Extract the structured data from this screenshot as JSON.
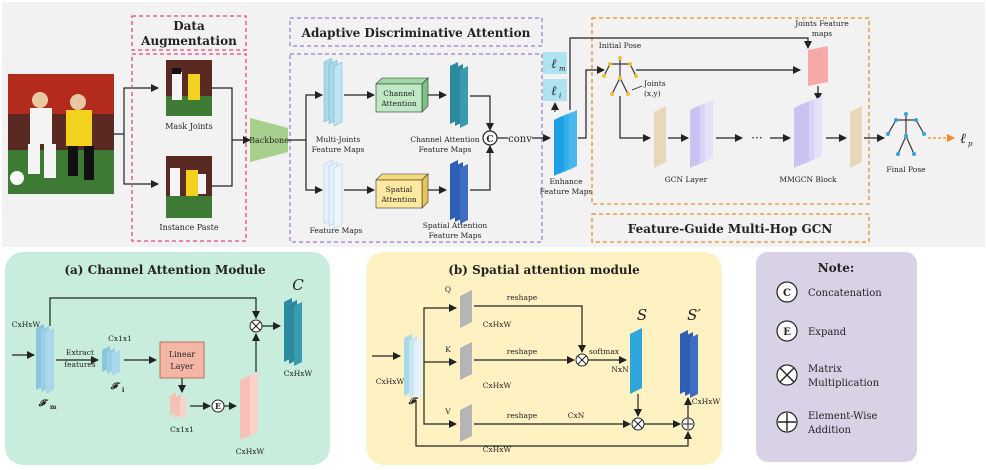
{
  "top": {
    "data_augmentation": {
      "title": "Data Augmentation",
      "title_lines": [
        "Data",
        "Augmentation"
      ],
      "mask_joints": "Mask Joints",
      "instance_paste": "Instance Paste"
    },
    "backbone": "Backbone",
    "ada": {
      "title": "Adaptive Discriminative Attention",
      "multi_joints_line1": "Multi-Joints",
      "multi_joints_line2": "Feature Maps",
      "feature_maps": "Feature Maps",
      "channel_attention_line1": "Channel",
      "channel_attention_line2": "Attention",
      "spatial_attention_line1": "Spatial",
      "spatial_attention_line2": "Attention",
      "caf_line1": "Channel Attention",
      "caf_line2": "Feature Maps",
      "saf_line1": "Spatial Attention",
      "saf_line2": "Feature Maps",
      "concat_symbol": "C",
      "conv": "conv"
    },
    "losses": {
      "lm": "ℓ",
      "lm_sub": "m",
      "li": "ℓ",
      "li_sub": "i",
      "lp": "ℓ",
      "lp_sub": "p"
    },
    "enhance_line1": "Enhance",
    "enhance_line2": "Feature Maps",
    "gcn": {
      "title": "Feature-Guide Multi-Hop GCN",
      "initial_pose": "Initial Pose",
      "joints_line1": "Joints",
      "joints_line2": "(x,y)",
      "joints_feature_line1": "Joints Feature",
      "joints_feature_line2": "maps",
      "gcn_layer": "GCN Layer",
      "ellipsis": "···",
      "mmgcn_block": "MMGCN Block",
      "final_pose": "Final Pose"
    }
  },
  "channel_module": {
    "title": "(a) Channel Attention Module",
    "cxhxw_left": "CxHxW",
    "extract_line1": "Extract",
    "extract_line2": "features",
    "fm": "𝓕",
    "fm_sub": "m",
    "cx1x1_top": "Cx1x1",
    "fi": "𝓕",
    "fi_sub": "i",
    "linear_line1": "Linear",
    "linear_line2": "Layer",
    "cx1x1_bottom": "Cx1x1",
    "expand_symbol": "E",
    "cxhxw_bottom": "CxHxW",
    "c_label": "C",
    "cxhxw_right": "CxHxW"
  },
  "spatial_module": {
    "title": "(b) Spatial attention module",
    "q": "Q",
    "k": "K",
    "v": "V",
    "reshape1": "reshape",
    "reshape2": "reshape",
    "reshape3": "reshape",
    "cxhxw_q": "CxHxW",
    "cxhxw_k": "CxHxW",
    "cxhxw_v": "CxHxW",
    "cxhxw_in": "CxHxW",
    "f_label": "𝓕",
    "softmax": "softmax",
    "nxn": "NxN",
    "cxn": "CxN",
    "s_label": "S",
    "s_prime_label": "S′",
    "cxhxw_out": "CxHxW"
  },
  "note": {
    "title": "Note:",
    "items": [
      {
        "symbol": "C",
        "label": "Concatenation"
      },
      {
        "symbol": "E",
        "label": "Expand"
      },
      {
        "symbol": "⊗",
        "label_line1": "Matrix",
        "label_line2": "Multiplication"
      },
      {
        "symbol": "⊕",
        "label_line1": "Element-Wise",
        "label_line2": "Addition"
      }
    ]
  },
  "colors": {
    "pink_dash": "#e8457a",
    "purple_dash": "#9b7fcf",
    "orange_dash": "#f08a2c",
    "top_bg": "#f2f2f2",
    "green_panel": "#c8eddc",
    "yellow_panel": "#fff2c2",
    "note_panel": "#d9d2e6",
    "light_blue": "#a9d8ea",
    "teal": "#2b8a9e",
    "deep_blue": "#2f5fb5",
    "bright_blue": "#1ea0e6",
    "lavender": "#c8c3f0",
    "beige": "#e6d8b8",
    "salmon": "#f6c1b5"
  }
}
